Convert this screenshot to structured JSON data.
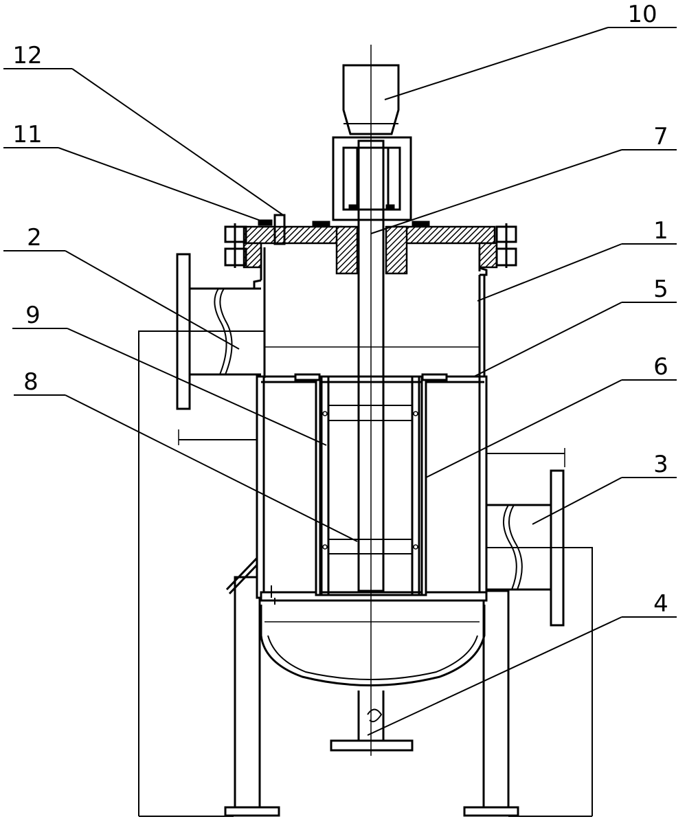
{
  "figure": {
    "labels": [
      {
        "id": "10",
        "text": "10"
      },
      {
        "id": "12",
        "text": "12"
      },
      {
        "id": "11",
        "text": "11"
      },
      {
        "id": "7",
        "text": "7"
      },
      {
        "id": "2",
        "text": "2"
      },
      {
        "id": "1",
        "text": "1"
      },
      {
        "id": "9",
        "text": "9"
      },
      {
        "id": "5",
        "text": "5"
      },
      {
        "id": "8",
        "text": "8"
      },
      {
        "id": "6",
        "text": "6"
      },
      {
        "id": "3",
        "text": "3"
      },
      {
        "id": "4",
        "text": "4"
      }
    ]
  }
}
